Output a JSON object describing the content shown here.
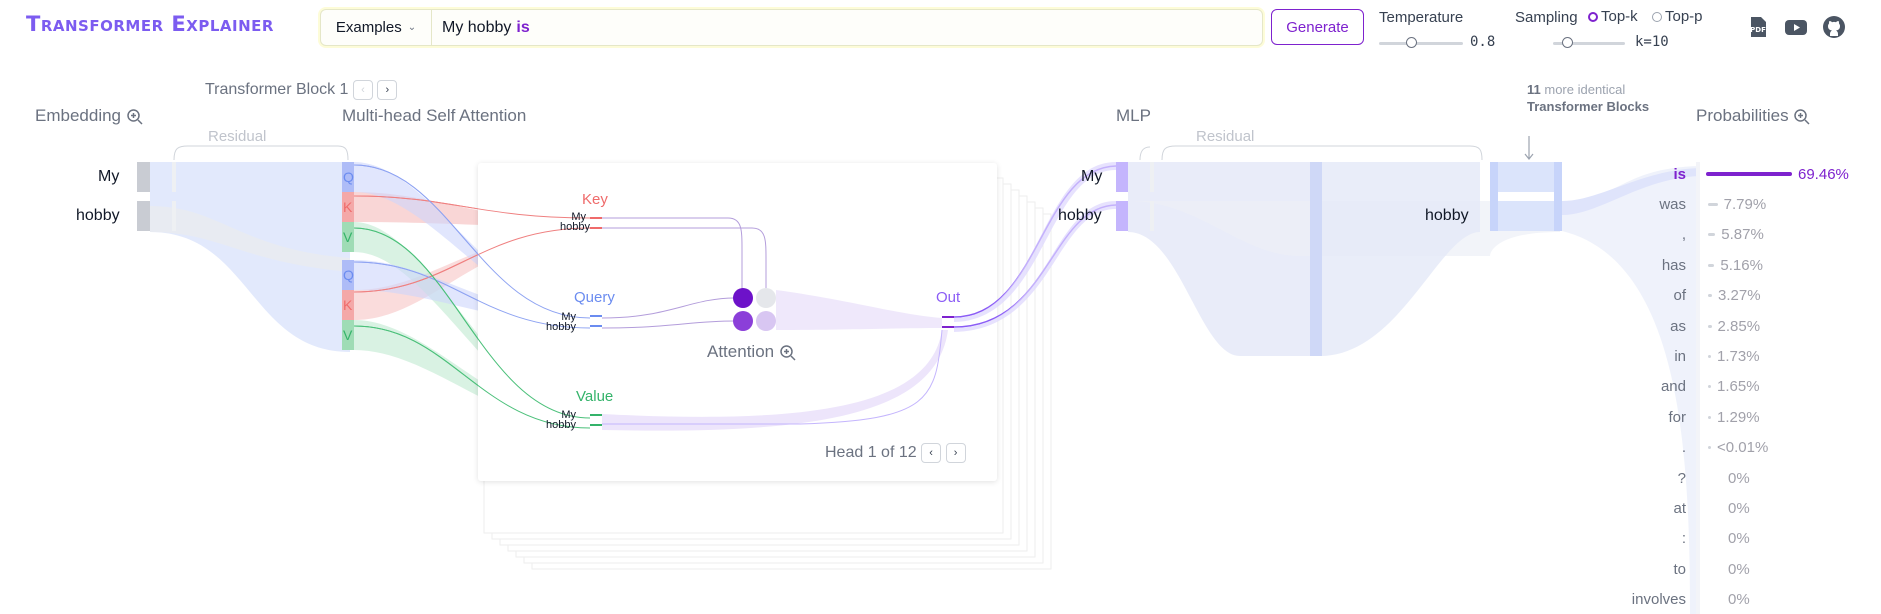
{
  "header": {
    "logo": "Transformer Explainer",
    "examples_label": "Examples",
    "prompt_text": "My hobby",
    "prompt_prediction": "is",
    "generate_label": "Generate",
    "temperature_label": "Temperature",
    "temperature_value": "0.8",
    "temperature_level": 0.38,
    "sampling_label": "Sampling",
    "topk_label": "Top-k",
    "topp_label": "Top-p",
    "k_value": "k=10",
    "k_level": 0.2,
    "icons": [
      "pdf-icon",
      "youtube-icon",
      "github-icon"
    ]
  },
  "block": {
    "title": "Transformer Block 1",
    "more_count": "11",
    "more_text": "more identical",
    "more_bold": "Transformer Blocks"
  },
  "sections": {
    "embedding": "Embedding",
    "attention": "Multi-head Self Attention",
    "mlp": "MLP",
    "probabilities": "Probabilities",
    "residual": "Residual"
  },
  "tokens": [
    "My",
    "hobby"
  ],
  "qkv": {
    "q": "Q",
    "k": "K",
    "v": "V"
  },
  "head": {
    "key": "Key",
    "query": "Query",
    "value": "Value",
    "out": "Out",
    "attention": "Attention",
    "head_label": "Head 1 of 12"
  },
  "probabilities": [
    {
      "token": "is",
      "value": "69.46%",
      "p": 0.6946
    },
    {
      "token": "was",
      "value": "7.79%",
      "p": 0.0779
    },
    {
      "token": ",",
      "value": "5.87%",
      "p": 0.0587
    },
    {
      "token": "has",
      "value": "5.16%",
      "p": 0.0516
    },
    {
      "token": "of",
      "value": "3.27%",
      "p": 0.0327
    },
    {
      "token": "as",
      "value": "2.85%",
      "p": 0.0285
    },
    {
      "token": "in",
      "value": "1.73%",
      "p": 0.0173
    },
    {
      "token": "and",
      "value": "1.65%",
      "p": 0.0165
    },
    {
      "token": "for",
      "value": "1.29%",
      "p": 0.0129
    },
    {
      "token": ".",
      "value": "<0.01%",
      "p": 0.0001
    },
    {
      "token": "?",
      "value": "0%",
      "p": 0
    },
    {
      "token": "at",
      "value": "0%",
      "p": 0
    },
    {
      "token": ":",
      "value": "0%",
      "p": 0
    },
    {
      "token": "to",
      "value": "0%",
      "p": 0
    },
    {
      "token": "involves",
      "value": "0%",
      "p": 0
    }
  ],
  "colors": {
    "accent": "#7e22ce",
    "query": "#6b8cf0",
    "key": "#ef6b6b",
    "value": "#34b36a",
    "out": "#8b5cf6"
  }
}
